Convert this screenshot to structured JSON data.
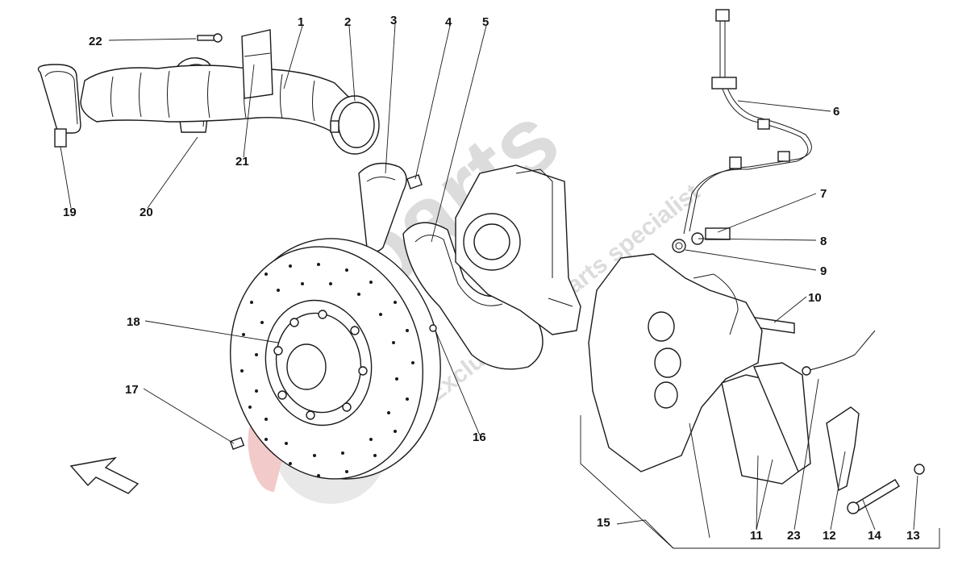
{
  "watermark": {
    "brand": "parts",
    "brand_prefix": "eu",
    "tagline": "Exclusive car parts specialist"
  },
  "callouts": [
    {
      "id": "1",
      "text": "1"
    },
    {
      "id": "2",
      "text": "2"
    },
    {
      "id": "3",
      "text": "3"
    },
    {
      "id": "4",
      "text": "4"
    },
    {
      "id": "5",
      "text": "5"
    },
    {
      "id": "6",
      "text": "6"
    },
    {
      "id": "7",
      "text": "7"
    },
    {
      "id": "8",
      "text": "8"
    },
    {
      "id": "9",
      "text": "9"
    },
    {
      "id": "10",
      "text": "10"
    },
    {
      "id": "11",
      "text": "11"
    },
    {
      "id": "12",
      "text": "12"
    },
    {
      "id": "13",
      "text": "13"
    },
    {
      "id": "14",
      "text": "14"
    },
    {
      "id": "15",
      "text": "15"
    },
    {
      "id": "16",
      "text": "16"
    },
    {
      "id": "17",
      "text": "17"
    },
    {
      "id": "18",
      "text": "18"
    },
    {
      "id": "19",
      "text": "19"
    },
    {
      "id": "20",
      "text": "20"
    },
    {
      "id": "21",
      "text": "21"
    },
    {
      "id": "22",
      "text": "22"
    },
    {
      "id": "23",
      "text": "23"
    }
  ],
  "colors": {
    "line": "#1a1a1a",
    "watermark_grey": "#d9d9d9",
    "watermark_red": "#f2c4c4"
  }
}
